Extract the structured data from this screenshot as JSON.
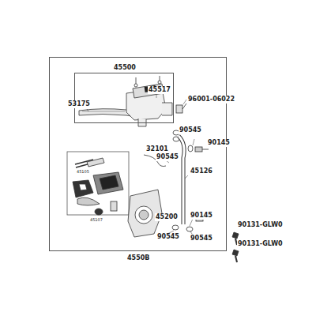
{
  "diagram": {
    "nodes": [
      {
        "text": [
          "4550B"
        ]
      },
      {
        "text": [
          "45500"
        ],
        "in": 0
      }
    ],
    "labels": [
      "45517",
      "96001-06022",
      "53175",
      "90545",
      "90145",
      "32101",
      "90545",
      "45126",
      "45105",
      "45107",
      "45200",
      "90145",
      "90545",
      "90545",
      "90131-GLW0",
      "90131-GLW0"
    ]
  }
}
